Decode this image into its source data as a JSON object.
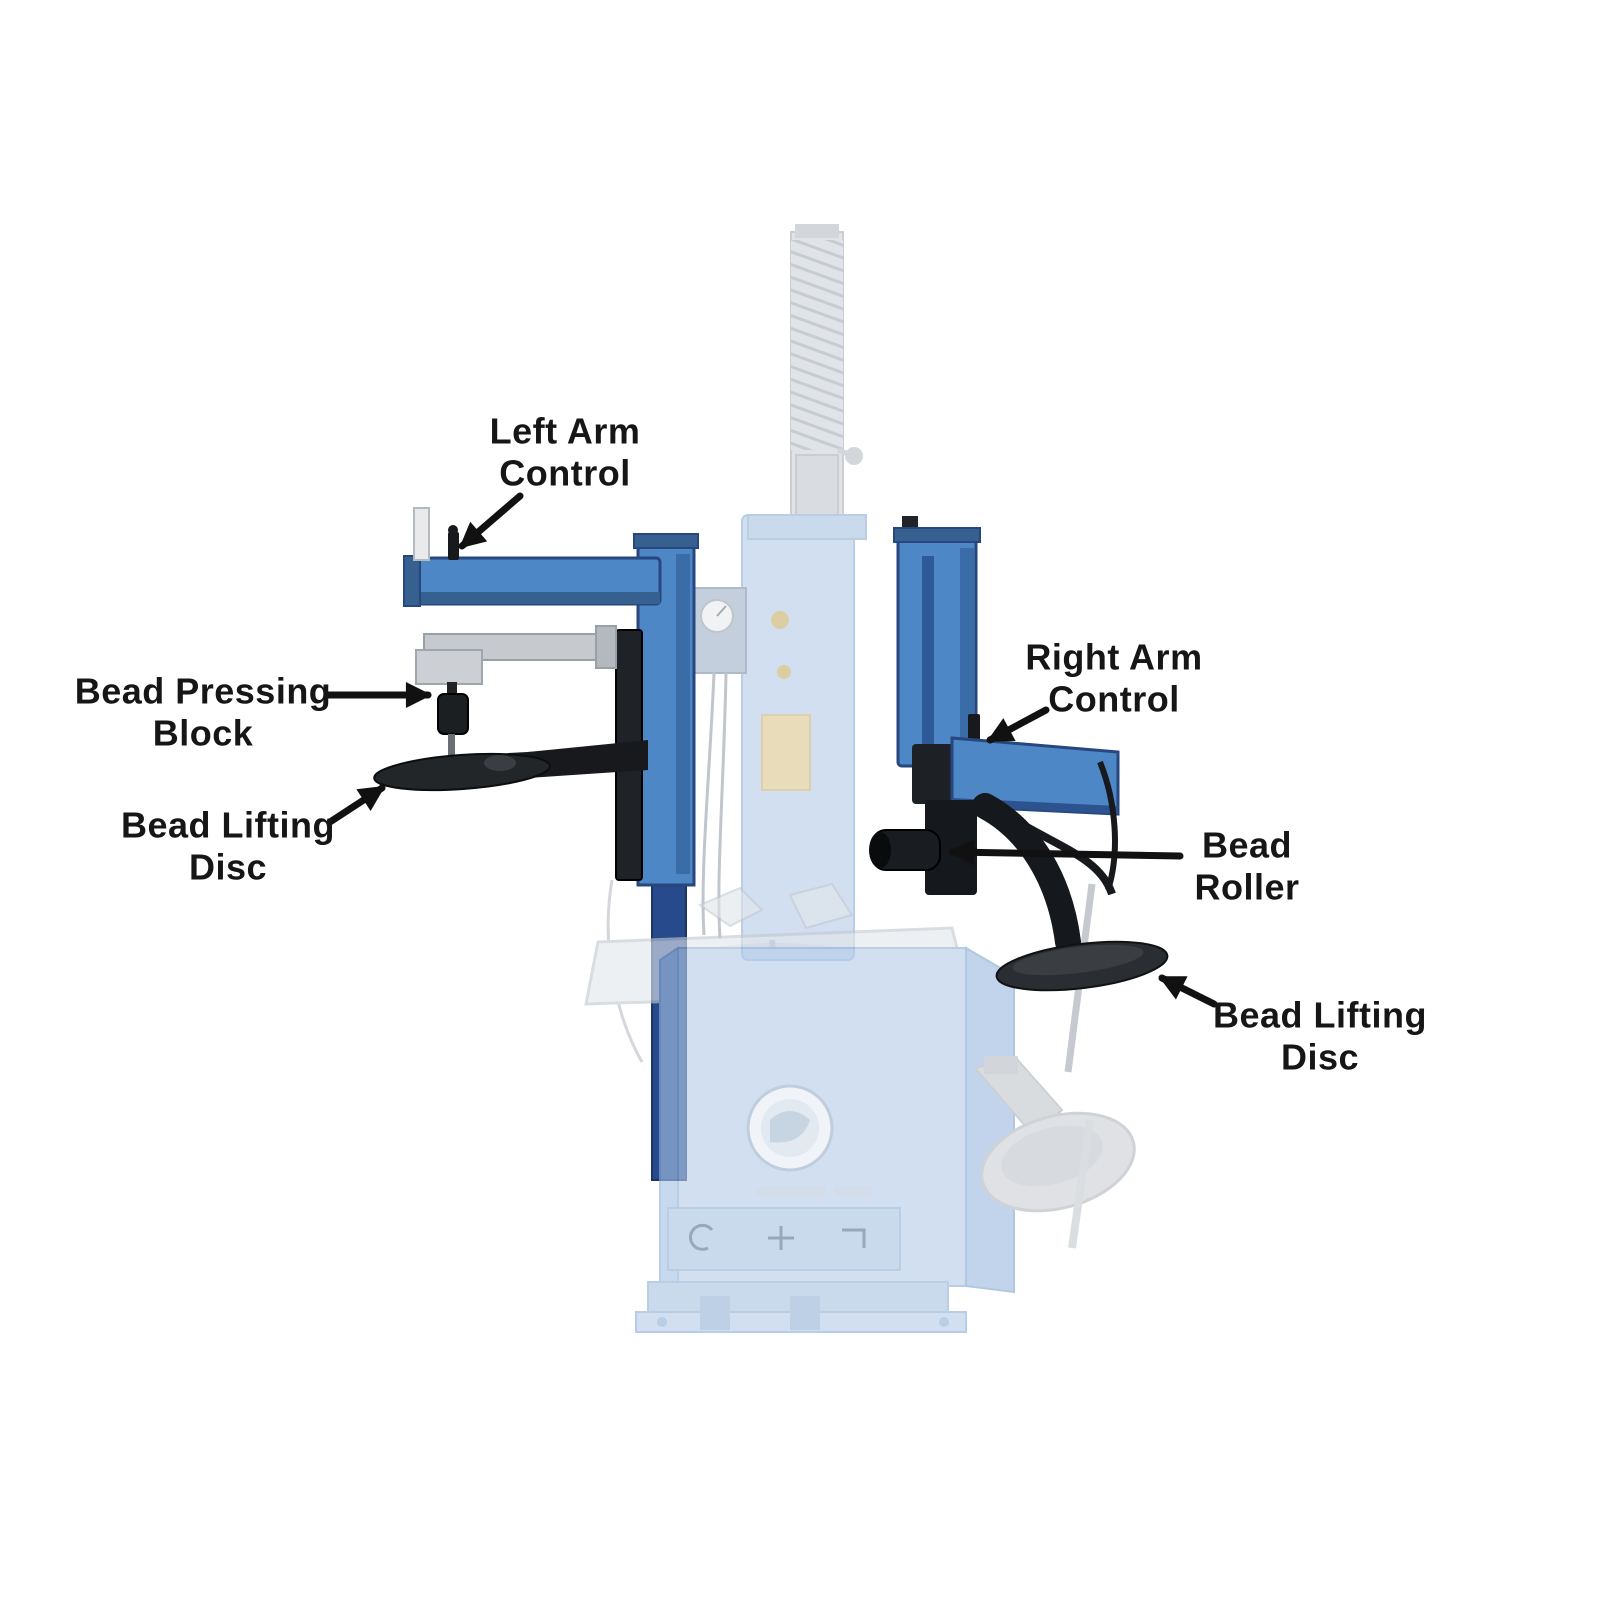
{
  "diagram": {
    "type": "annotated-machine-diagram",
    "subject": "tire-changer-with-assist-arms",
    "labels": [
      {
        "id": "left-arm-control",
        "text": "Left Arm\nControl"
      },
      {
        "id": "bead-pressing-block",
        "text": "Bead Pressing\nBlock"
      },
      {
        "id": "bead-lifting-disc-left",
        "text": "Bead Lifting\nDisc"
      },
      {
        "id": "right-arm-control",
        "text": "Right Arm\nControl"
      },
      {
        "id": "bead-roller",
        "text": "Bead\nRoller"
      },
      {
        "id": "bead-lifting-disc-right",
        "text": "Bead Lifting\nDisc"
      }
    ],
    "colors": {
      "background": "#ffffff",
      "machine_blue": "#4e87c6",
      "machine_light_blue": "#b5cde9",
      "navy": "#274a8c",
      "black_parts": "#1b1e22",
      "silver": "#c6cacf",
      "arrow": "#111111",
      "label_text": "#161616"
    }
  }
}
